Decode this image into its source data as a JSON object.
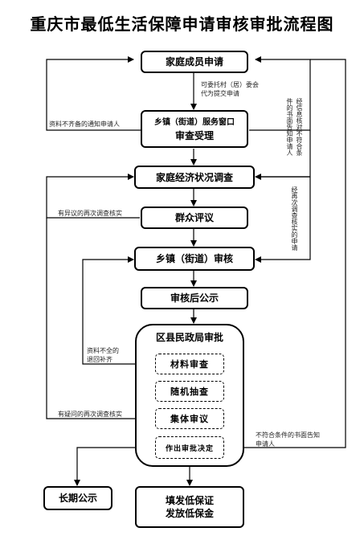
{
  "title": "重庆市最低生活保障申请审核审批流程图",
  "nodes": {
    "apply": "家庭成员申请",
    "window_line1": "乡镇（街道）服务窗口",
    "window_line2": "审查受理",
    "survey": "家庭经济状况调查",
    "review": "群众评议",
    "town_audit": "乡镇（街道）审核",
    "publicity": "审核后公示",
    "district": "区县民政局审批",
    "material": "材料审查",
    "spot_check": "随机抽查",
    "group_review": "集体审议",
    "decision": "作出审批决定",
    "long_public": "长期公示",
    "issue_line1": "填发低保证",
    "issue_line2": "发放低保金"
  },
  "notes": {
    "entrust": "可委托村（居）委会代为提交申请",
    "incomplete": "资料不齐备的通知申请人",
    "disputed": "有异议的再次调查核实",
    "material_incomplete": "资料不全的退回补齐",
    "doubtful": "有疑问的再次调查核实",
    "not_qualified": "不符合条件的书面告知申请人",
    "v1": "件的书面告知申请人",
    "v2": "经信息核对不符合条",
    "v3": "经再次调查核实的申请"
  }
}
